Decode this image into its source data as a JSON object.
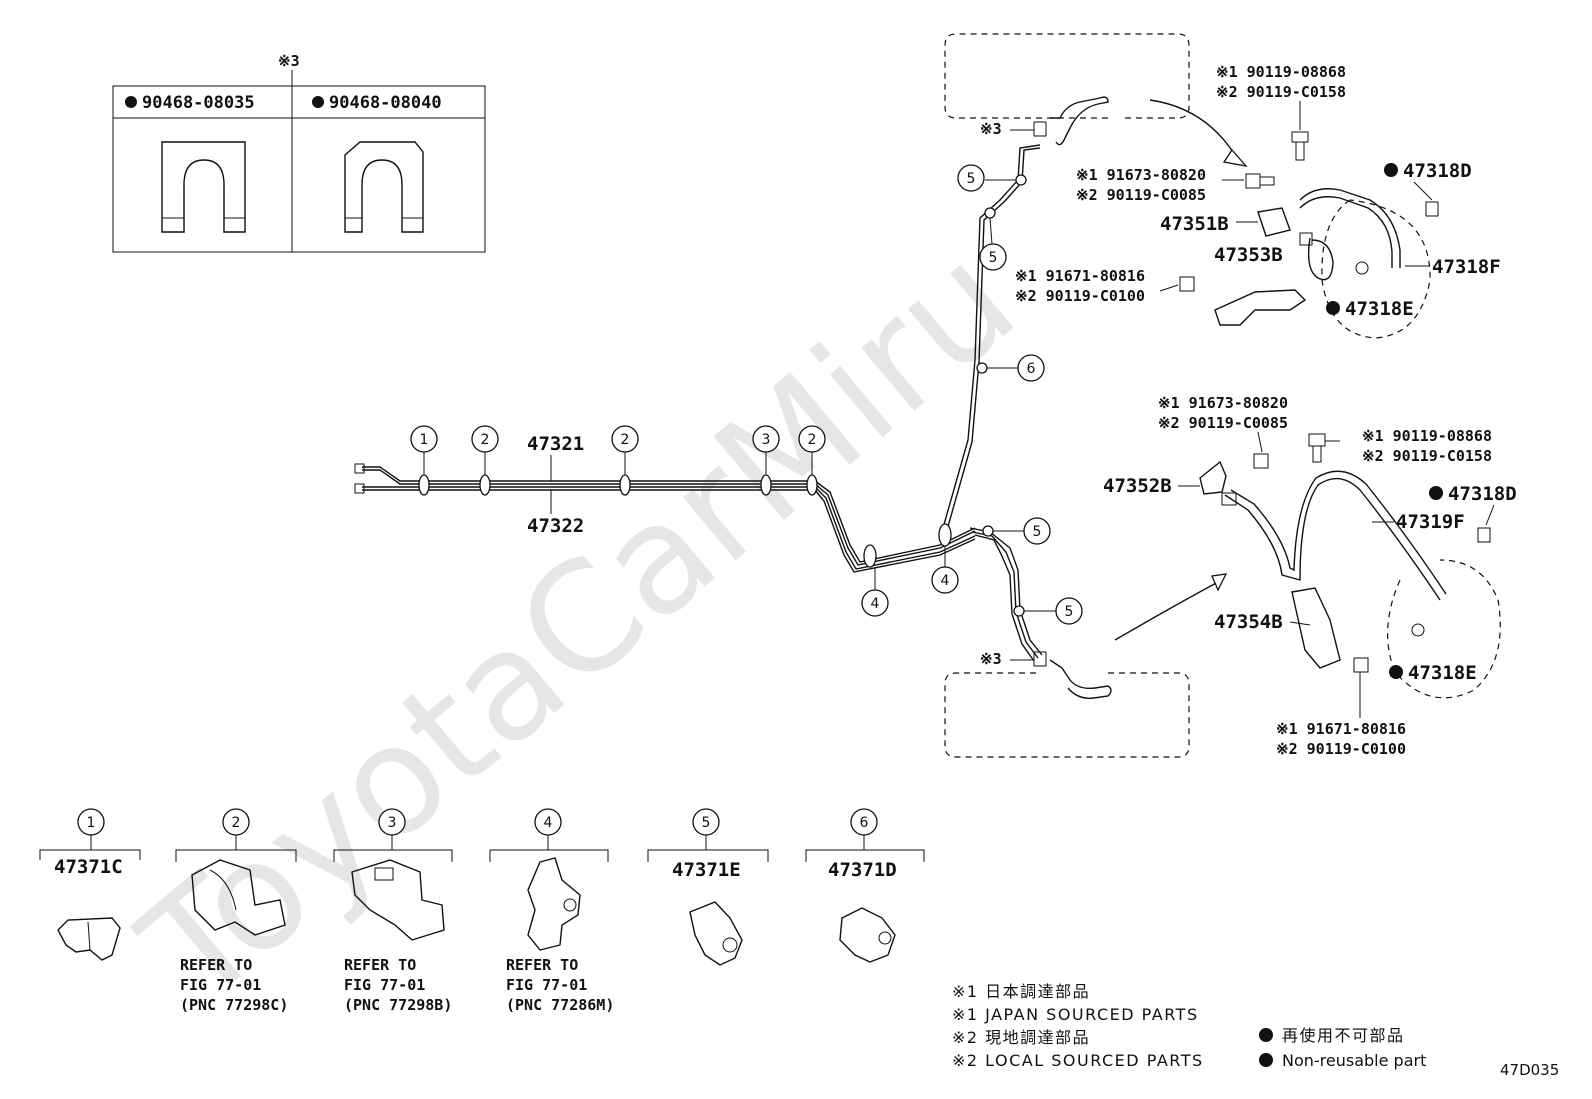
{
  "diagram_code": "47D035",
  "watermark": "ToyotaCarMiru",
  "clip_table": {
    "note_mark": "※3",
    "col1": "90468-08035",
    "col2": "90468-08040"
  },
  "pipes": {
    "upper": "47321",
    "lower": "47322"
  },
  "callouts": {
    "c1": "1",
    "c2": "2",
    "c3": "3",
    "c4": "4",
    "c5": "5",
    "c6": "6"
  },
  "note3": "※3",
  "front_assembly": {
    "bolt_a_1": "※1 90119-08868",
    "bolt_a_2": "※2 90119-C0158",
    "bolt_b_1": "※1 91673-80820",
    "bolt_b_2": "※2 90119-C0085",
    "bracket_upper": "47351B",
    "bracket_lower": "47353B",
    "bolt_c_1": "※1 91671-80816",
    "bolt_c_2": "※2 90119-C0100",
    "part_d": "47318D",
    "part_f": "47318F",
    "part_e": "47318E"
  },
  "rear_assembly": {
    "bolt_b_1": "※1 91673-80820",
    "bolt_b_2": "※2 90119-C0085",
    "bolt_a_1": "※1 90119-08868",
    "bolt_a_2": "※2 90119-C0158",
    "bracket_upper": "47352B",
    "hose": "47319F",
    "part_d": "47318D",
    "bracket_lower": "47354B",
    "part_e": "47318E",
    "bolt_c_1": "※1 91671-80816",
    "bolt_c_2": "※2 90119-C0100"
  },
  "clips": [
    {
      "num": "1",
      "part": "47371C",
      "ref": []
    },
    {
      "num": "2",
      "part": "",
      "ref": [
        "REFER TO",
        "FIG 77-01",
        "(PNC 77298C)"
      ]
    },
    {
      "num": "3",
      "part": "",
      "ref": [
        "REFER TO",
        "FIG 77-01",
        "(PNC 77298B)"
      ]
    },
    {
      "num": "4",
      "part": "",
      "ref": [
        "REFER TO",
        "FIG 77-01",
        "(PNC 77286M)"
      ]
    },
    {
      "num": "5",
      "part": "47371E",
      "ref": []
    },
    {
      "num": "6",
      "part": "47371D",
      "ref": []
    }
  ],
  "legend": {
    "l1": "※1 日本調達部品",
    "l2": "※1 JAPAN SOURCED PARTS",
    "l3": "※2 現地調達部品",
    "l4": "※2 LOCAL SOURCED PARTS",
    "l5": "再使用不可部品",
    "l6": "Non-reusable part"
  }
}
